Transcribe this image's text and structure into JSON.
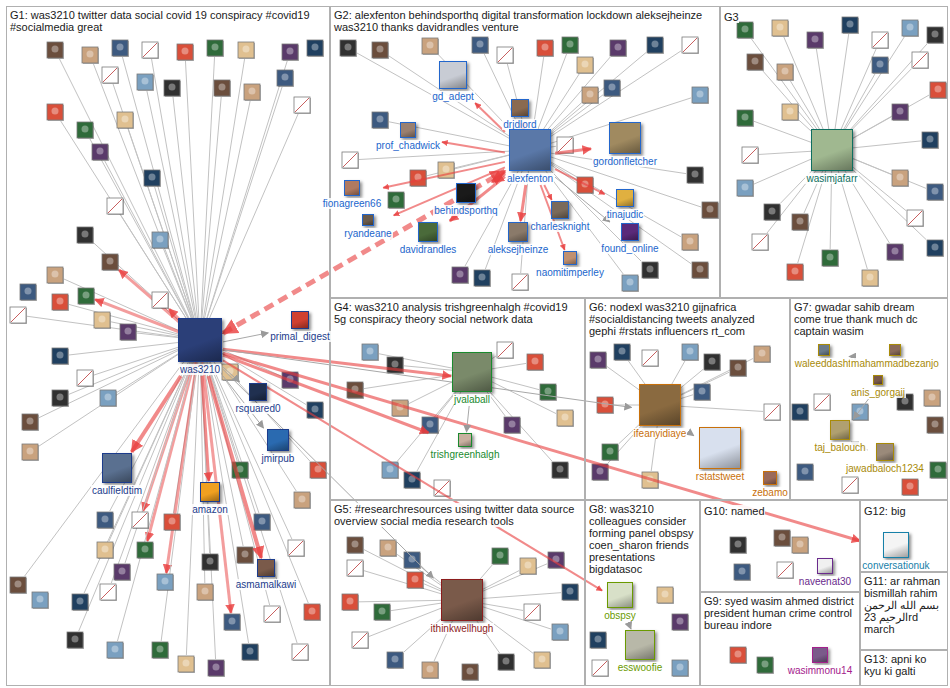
{
  "diagram": {
    "nodes": [
      {
        "text": [
          "G1: was3210 twitter data social covid 19 conspiracy #covid19 #socialmedia great"
        ]
      },
      {
        "text": [
          "G2: alexfenton behindsporthq digital transformation lockdown aleksejheinze was3210 thanks davidrandles venture"
        ]
      },
      {
        "text": [
          "G3"
        ]
      },
      {
        "text": [
          "G4: was3210 analysis trishgreenhalgh #covid19 5g conspiracy theory social network data"
        ]
      },
      {
        "text": [
          "G6: nodexl was3210 gijnafrica #socialdistancing tweets analyzed gephi #rstats influencers rt_com"
        ]
      },
      {
        "text": [
          "G7: gwadar sahib dream come true thank much dc captain wasim"
        ]
      },
      {
        "text": [
          "G5: #researchresources using twitter data source overview social media research tools"
        ]
      },
      {
        "text": [
          "G8: was3210 colleagues consider forming panel obspsy coen_sharon friends presentations bigdatasoc"
        ]
      },
      {
        "text": [
          "G10: named"
        ]
      },
      {
        "text": [
          "G12: big"
        ]
      },
      {
        "text": [
          "G11: ar rahman bismillah rahim بسم الله الرحمن الرحيم 23rd march"
        ]
      },
      {
        "text": [
          "G9: syed wasim ahmed district president human crime control bureau indore"
        ]
      },
      {
        "text": [
          "G13: apni ko kyu ki galti"
        ]
      },
      {
        "text": [
          "was3210"
        ],
        "in": 0
      },
      {
        "text": [
          "primal_digest"
        ],
        "in": 0
      },
      {
        "text": [
          "rsquared0"
        ],
        "in": 0
      },
      {
        "text": [
          "jmirpub"
        ],
        "in": 0
      },
      {
        "text": [
          "caulfieldtim"
        ],
        "in": 0
      },
      {
        "text": [
          "amazon"
        ],
        "in": 0
      },
      {
        "text": [
          "asmamalkawi"
        ],
        "in": 0
      },
      {
        "text": [
          "gd_adept"
        ],
        "in": 1
      },
      {
        "text": [
          "drjdlord"
        ],
        "in": 1
      },
      {
        "text": [
          "prof_chadwick"
        ],
        "in": 1
      },
      {
        "text": [
          "alexfenton"
        ],
        "in": 1
      },
      {
        "text": [
          "gordonfletcher"
        ],
        "in": 1
      },
      {
        "text": [
          "fionagreen66"
        ],
        "in": 1
      },
      {
        "text": [
          "behindsporthq"
        ],
        "in": 1
      },
      {
        "text": [
          "ryandeane"
        ],
        "in": 1
      },
      {
        "text": [
          "tinajudic"
        ],
        "in": 1
      },
      {
        "text": [
          "charlesknight"
        ],
        "in": 1
      },
      {
        "text": [
          "davidrandles"
        ],
        "in": 1
      },
      {
        "text": [
          "aleksejheinze"
        ],
        "in": 1
      },
      {
        "text": [
          "found_online"
        ],
        "in": 1
      },
      {
        "text": [
          "naomitimperley"
        ],
        "in": 1
      },
      {
        "text": [
          "wasimjafarr"
        ],
        "in": 2
      },
      {
        "text": [
          "jvalaball"
        ],
        "in": 3
      },
      {
        "text": [
          "trishgreenhalgh"
        ],
        "in": 3
      },
      {
        "text": [
          "ifeanyidiaye"
        ],
        "in": 4
      },
      {
        "text": [
          "rstatstweet"
        ],
        "in": 4
      },
      {
        "text": [
          "zebamo"
        ],
        "in": 4
      },
      {
        "text": [
          "waleeddashti"
        ],
        "in": 5
      },
      {
        "text": [
          "mahammadbezanjo"
        ],
        "in": 5
      },
      {
        "text": [
          "anis_gorgaij"
        ],
        "in": 5
      },
      {
        "text": [
          "taj_balouch"
        ],
        "in": 5
      },
      {
        "text": [
          "jawadbaloch1234"
        ],
        "in": 5
      },
      {
        "text": [
          "ithinkwellhugh"
        ],
        "in": 6
      },
      {
        "text": [
          "obspsy"
        ],
        "in": 7
      },
      {
        "text": [
          "esswoofie"
        ],
        "in": 7
      },
      {
        "text": [
          "naveenat30"
        ],
        "in": 8
      },
      {
        "text": [
          "conversationuk"
        ],
        "in": 9
      },
      {
        "text": [
          "wasimmonu14"
        ],
        "in": 11
      }
    ],
    "edges": [
      {
        "from": 13,
        "to": 17,
        "arrow": "to"
      },
      {
        "from": 13,
        "to": 23,
        "arrow": "both"
      },
      {
        "from": 13,
        "to": 35,
        "arrow": "to"
      },
      {
        "from": 13,
        "to": 36,
        "arrow": "to"
      },
      {
        "from": 13,
        "to": 45,
        "arrow": "to"
      },
      {
        "from": 13,
        "to": 18,
        "arrow": "to"
      },
      {
        "from": 13,
        "to": 19,
        "arrow": "to"
      },
      {
        "from": 13,
        "to": 49,
        "arrow": "to"
      },
      {
        "from": 13,
        "to": 15,
        "arrow": "to"
      },
      {
        "from": 13,
        "to": 14,
        "arrow": "to"
      },
      {
        "from": 13,
        "to": 16,
        "arrow": "to"
      },
      {
        "from": 13,
        "to": 37,
        "arrow": "to"
      },
      {
        "from": 13,
        "to": 46,
        "arrow": "to"
      },
      {
        "from": 23,
        "to": 20,
        "arrow": "to"
      },
      {
        "from": 23,
        "to": 21,
        "arrow": "to"
      },
      {
        "from": 23,
        "to": 22,
        "arrow": "to"
      },
      {
        "from": 23,
        "to": 25,
        "arrow": "to"
      },
      {
        "from": 23,
        "to": 26,
        "arrow": "to"
      },
      {
        "from": 23,
        "to": 27,
        "arrow": "to"
      },
      {
        "from": 23,
        "to": 30,
        "arrow": "to"
      },
      {
        "from": 23,
        "to": 31,
        "arrow": "to"
      },
      {
        "from": 23,
        "to": 29,
        "arrow": "to"
      },
      {
        "from": 23,
        "to": 28,
        "arrow": "to"
      },
      {
        "from": 23,
        "to": 24,
        "arrow": "to"
      },
      {
        "from": 23,
        "to": 33,
        "arrow": "to"
      },
      {
        "from": 23,
        "to": 32,
        "arrow": "to"
      },
      {
        "from": 37,
        "to": 38,
        "arrow": "to"
      },
      {
        "from": 46,
        "to": 47,
        "arrow": "to"
      },
      {
        "from": 40,
        "to": 41,
        "arrow": "to"
      },
      {
        "from": 42,
        "to": 43,
        "arrow": "to"
      },
      {
        "from": 43,
        "to": 44,
        "arrow": "to"
      },
      {
        "from": 35,
        "to": 36,
        "arrow": "to"
      }
    ]
  }
}
